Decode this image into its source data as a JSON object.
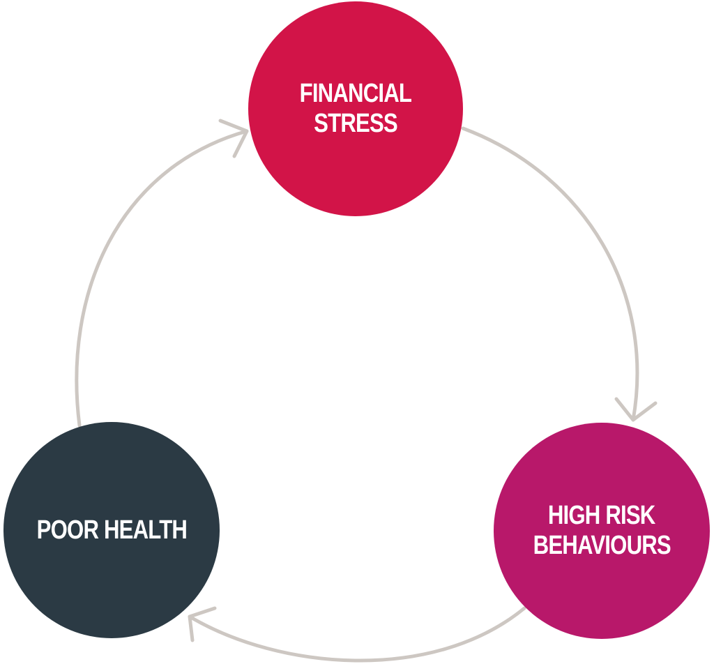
{
  "diagram": {
    "nodes": [
      {
        "id": "financial",
        "lines": [
          "FINANCIAL",
          "STRESS"
        ],
        "color": "#d21448"
      },
      {
        "id": "risk",
        "lines": [
          "HIGH RISK",
          "BEHAVIOURS"
        ],
        "color": "#b8186a"
      },
      {
        "id": "health",
        "lines": [
          "POOR HEALTH"
        ],
        "color": "#2b3a44"
      }
    ],
    "connector_color": "#cdc7c2",
    "flow": [
      "financial",
      "risk",
      "health",
      "financial"
    ]
  }
}
